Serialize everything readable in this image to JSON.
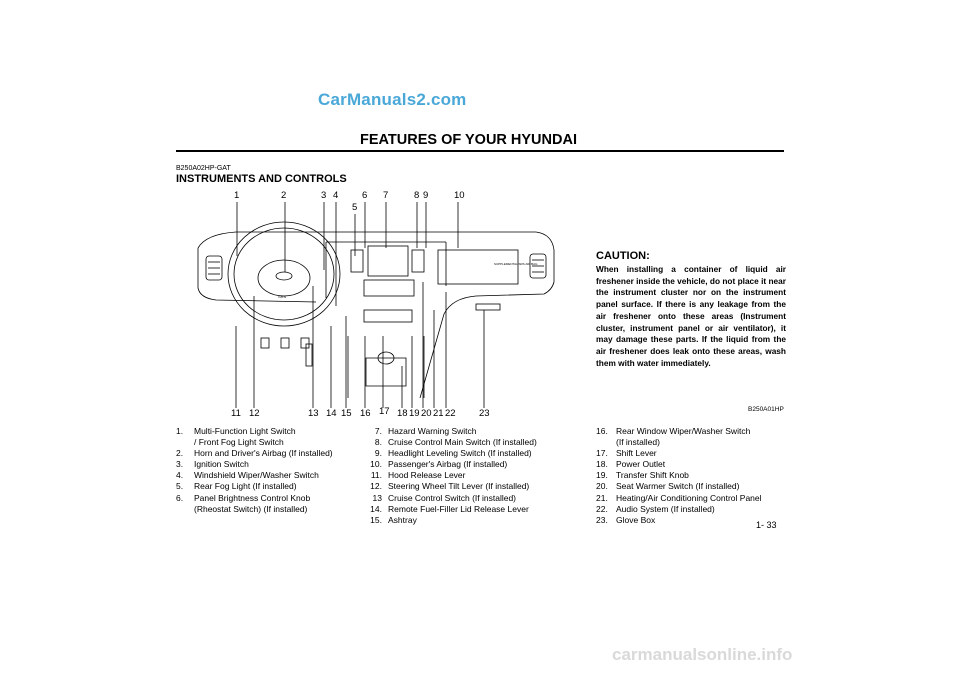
{
  "watermark": "CarManuals2.com",
  "header": {
    "title": "FEATURES OF YOUR HYUNDAI"
  },
  "section": {
    "code": "B250A02HP-GAT",
    "title": "INSTRUMENTS AND CONTROLS"
  },
  "figure": {
    "callouts_top": [
      "1",
      "2",
      "3",
      "4",
      "5",
      "6",
      "7",
      "8",
      "9",
      "10"
    ],
    "callouts_bottom": [
      "11",
      "12",
      "13",
      "14",
      "15",
      "16",
      "17",
      "18",
      "19",
      "20",
      "21",
      "22",
      "23"
    ],
    "code": "B250A01HP",
    "airbag_mark": "SRS",
    "passenger_label": "SUPPLEMENTAL SRS AIR BAG"
  },
  "caution": {
    "title": "CAUTION:",
    "body": "When installing a container of liquid air freshener inside the vehicle, do not place it near the instrument cluster nor on the instrument panel surface. If there is any leakage from the air freshener onto these areas (Instrument cluster, instrument panel or air ventilator), it may damage these parts. If the liquid from the air freshener does leak onto these areas, wash them with water immediately."
  },
  "list_left": [
    {
      "num": "1.",
      "text": "Multi-Function Light Switch"
    },
    {
      "num": "",
      "text": "/ Front Fog Light Switch"
    },
    {
      "num": "2.",
      "text": "Horn and Driver's Airbag (If installed)"
    },
    {
      "num": "3.",
      "text": "Ignition Switch"
    },
    {
      "num": "4.",
      "text": "Windshield Wiper/Washer Switch"
    },
    {
      "num": "5.",
      "text": "Rear Fog Light (If installed)"
    },
    {
      "num": "6.",
      "text": "Panel Brightness Control Knob"
    },
    {
      "num": "",
      "text": "(Rheostat Switch) (If installed)"
    }
  ],
  "list_middle": [
    {
      "num": "7.",
      "text": "Hazard Warning Switch"
    },
    {
      "num": "8.",
      "text": "Cruise Control Main Switch (If installed)"
    },
    {
      "num": "9.",
      "text": "Headlight Leveling Switch (If installed)"
    },
    {
      "num": "10.",
      "text": "Passenger's Airbag (If installed)"
    },
    {
      "num": "11.",
      "text": "Hood Release Lever"
    },
    {
      "num": "12.",
      "text": "Steering Wheel Tilt Lever (If installed)"
    },
    {
      "num": "13",
      "text": "Cruise Control Switch (If installed)"
    },
    {
      "num": "14.",
      "text": "Remote Fuel-Filler Lid Release Lever"
    },
    {
      "num": "15.",
      "text": "Ashtray"
    }
  ],
  "list_right": [
    {
      "num": "16.",
      "text": "Rear Window Wiper/Washer Switch"
    },
    {
      "num": "",
      "text": "(If installed)"
    },
    {
      "num": "17.",
      "text": "Shift Lever"
    },
    {
      "num": "18.",
      "text": "Power Outlet"
    },
    {
      "num": "19.",
      "text": "Transfer Shift Knob"
    },
    {
      "num": "20.",
      "text": "Seat Warmer Switch (If installed)"
    },
    {
      "num": "21.",
      "text": "Heating/Air Conditioning Control Panel"
    },
    {
      "num": "22.",
      "text": "Audio System (If installed)"
    },
    {
      "num": "23.",
      "text": "Glove Box"
    }
  ],
  "page_number": "1- 33",
  "footer_mark": "carmanualsonline.info"
}
